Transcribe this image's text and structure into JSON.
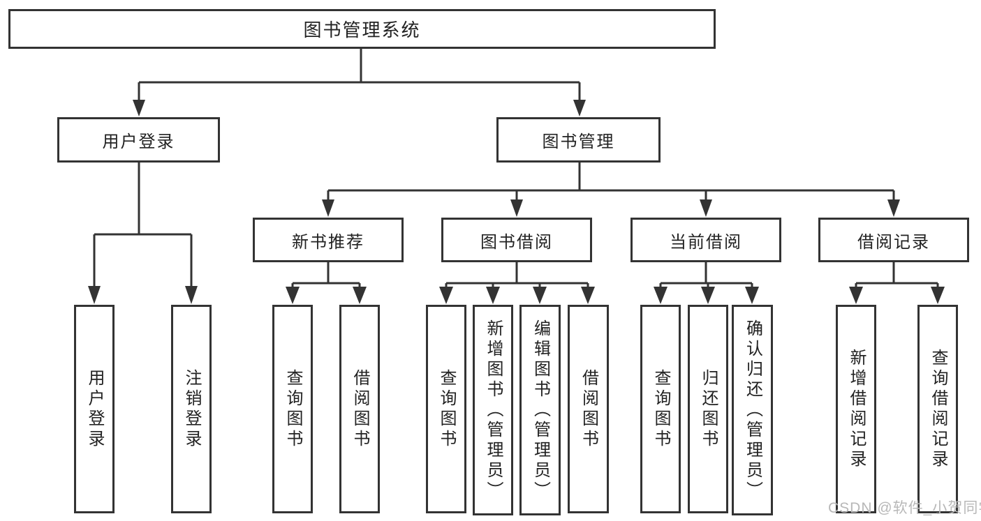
{
  "diagram": {
    "root": {
      "label": "图书管理系统"
    },
    "level2": [
      {
        "label": "用户登录"
      },
      {
        "label": "图书管理"
      }
    ],
    "level3": [
      {
        "label": "新书推荐"
      },
      {
        "label": "图书借阅"
      },
      {
        "label": "当前借阅"
      },
      {
        "label": "借阅记录"
      }
    ],
    "leaves": {
      "login": [
        {
          "label": "用户登录"
        },
        {
          "label": "注销登录"
        }
      ],
      "recommend": [
        {
          "label": "查询图书"
        },
        {
          "label": "借阅图书"
        }
      ],
      "borrow": [
        {
          "label": "查询图书"
        },
        {
          "label": "新增图书（管理员）"
        },
        {
          "label": "编辑图书（管理员）"
        },
        {
          "label": "借阅图书"
        }
      ],
      "current": [
        {
          "label": "查询图书"
        },
        {
          "label": "归还图书"
        },
        {
          "label": "确认归还（管理员）"
        }
      ],
      "records": [
        {
          "label": "新增借阅记录"
        },
        {
          "label": "查询借阅记录"
        }
      ]
    },
    "colors": {
      "line": "#333333",
      "text": "#222222",
      "box_background": "#ffffff",
      "watermark": "#b8b8b8"
    },
    "watermark": "CSDN @软件_小贺同学"
  }
}
